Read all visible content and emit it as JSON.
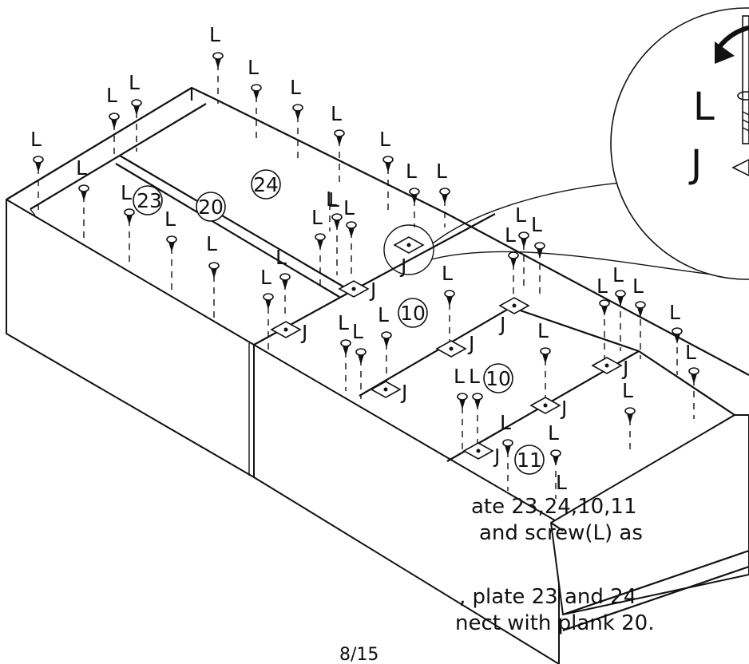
{
  "instructions": {
    "line1": "ate 23,24,10,11",
    "line2": "and screw(L) as",
    "line3": ", plate 23 and 24",
    "line4": "nect with plank 20."
  },
  "page_number": "8/15",
  "part_numbers": {
    "plank_20": "20",
    "plate_23": "23",
    "plate_24": "24",
    "plate_10_a": "10",
    "plate_10_b": "10",
    "plate_11": "11"
  },
  "hardware": {
    "screw_label": "L",
    "bracket_label": "J"
  }
}
